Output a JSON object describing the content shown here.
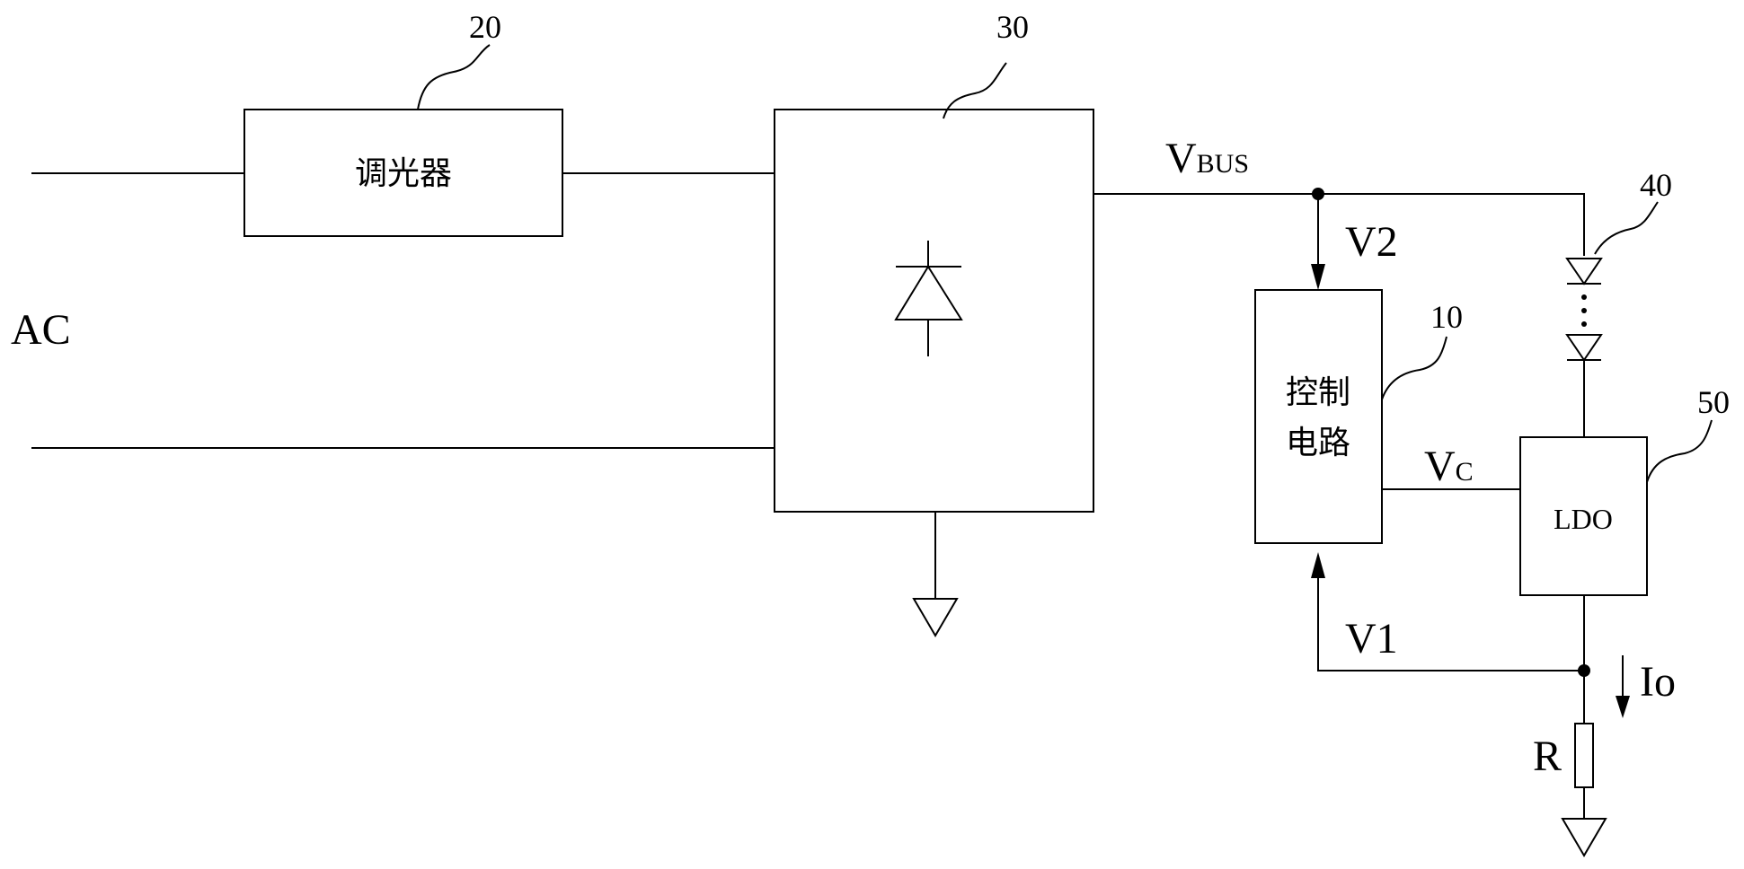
{
  "labels": {
    "ref_20": "20",
    "ref_30": "30",
    "ref_40": "40",
    "ref_10": "10",
    "ref_50": "50",
    "ac": "AC",
    "dimmer": "调光器",
    "control_line1": "控制",
    "control_line2": "电路",
    "vbus_main": "V",
    "vbus_sub": "BUS",
    "v2": "V2",
    "v1": "V1",
    "vc_main": "V",
    "vc_sub": "C",
    "ldo": "LDO",
    "io": "Io",
    "r": "R"
  }
}
